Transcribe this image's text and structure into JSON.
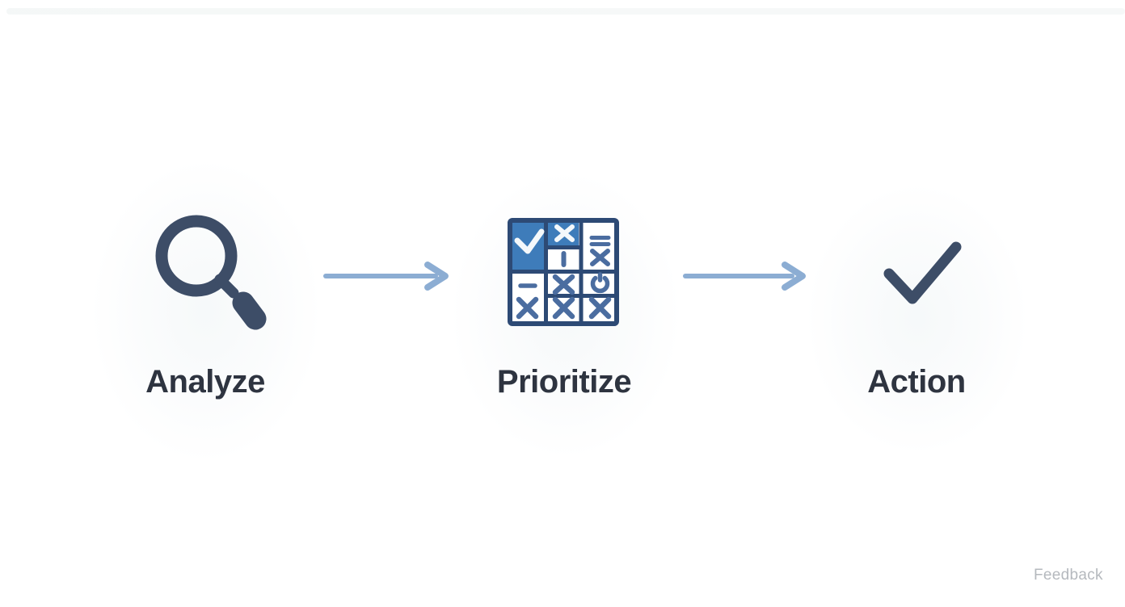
{
  "diagram": {
    "steps": [
      {
        "label": "Analyze",
        "icon": "magnifying-glass-icon"
      },
      {
        "label": "Prioritize",
        "icon": "priority-matrix-icon"
      },
      {
        "label": "Action",
        "icon": "checkmark-icon"
      }
    ],
    "arrows": [
      {
        "name": "arrow-analyze-to-prioritize",
        "direction": "right"
      },
      {
        "name": "arrow-prioritize-to-action",
        "direction": "right"
      }
    ]
  },
  "footer": {
    "feedback_label": "Feedback"
  },
  "colors": {
    "icon_dark": "#3d4d67",
    "arrow": "#8cadd3",
    "matrix_border": "#2d4a75",
    "matrix_fill": "#3e7cba",
    "matrix_check": "#f4f8fb",
    "matrix_symbol": "#4b6da0",
    "label_text": "#2e3440",
    "feedback_text": "#b5b9be"
  }
}
